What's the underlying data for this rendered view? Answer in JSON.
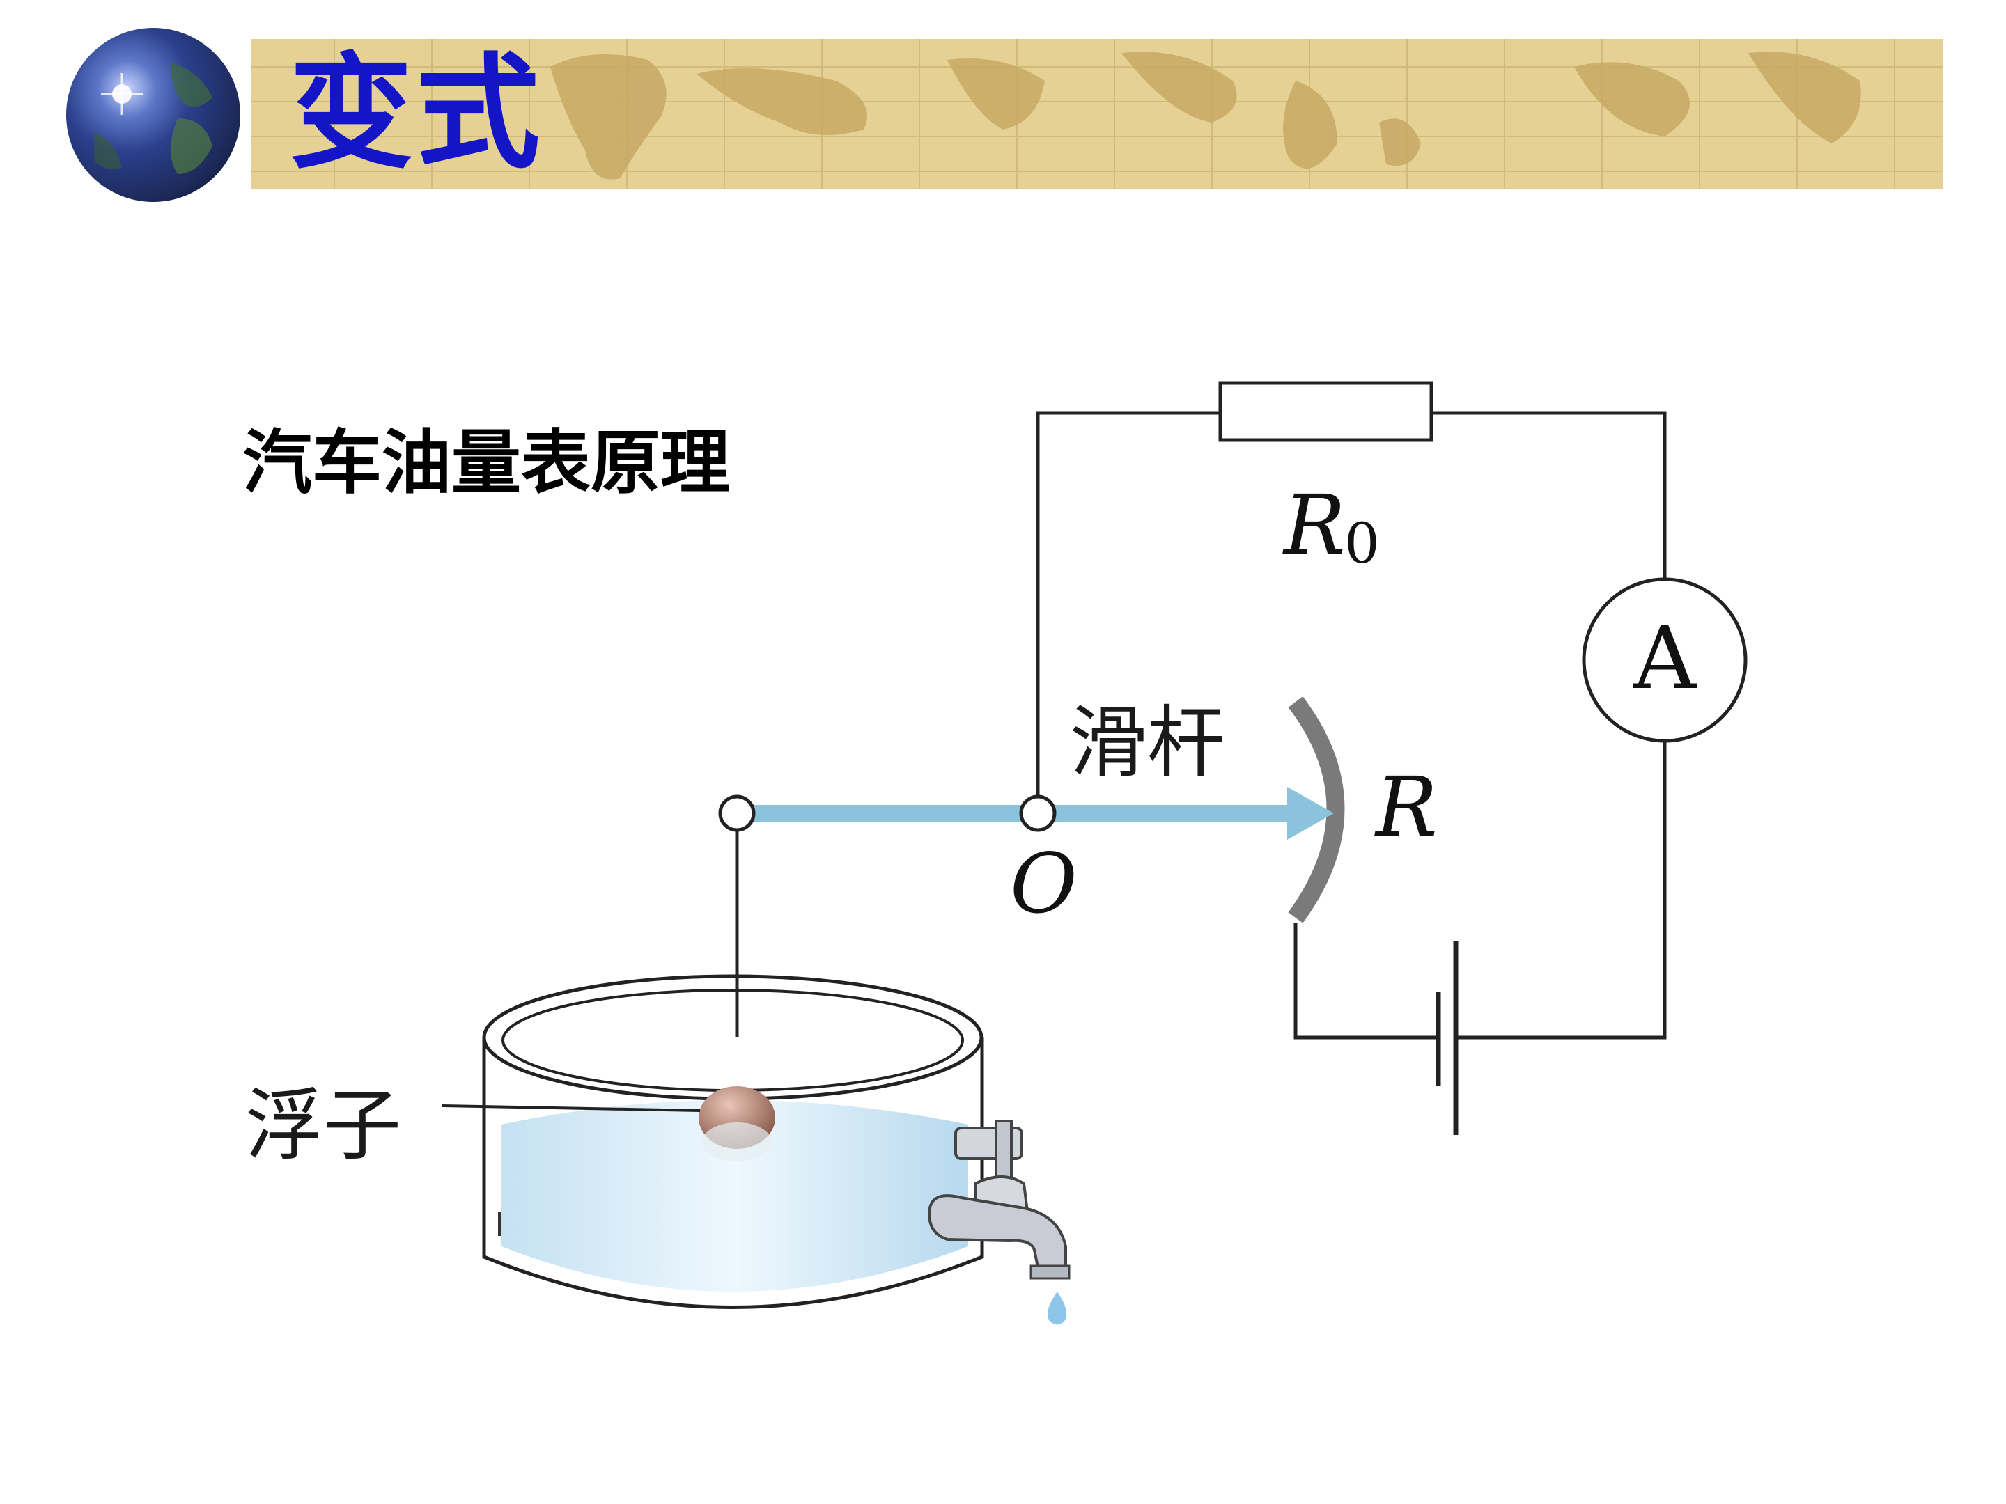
{
  "header": {
    "title": "变式",
    "colors": {
      "band": "#e6d195",
      "title": "#1515c8"
    }
  },
  "caption": "汽车油量表原理",
  "diagram": {
    "labels": {
      "r0": "R",
      "r0_sub": "0",
      "ammeter": "A",
      "slider_rod": "滑杆",
      "resistor": "R",
      "pivot": "O",
      "float": "浮子"
    },
    "colors": {
      "rod": "#8cc3dc",
      "arc": "#7a7a7a",
      "wire": "#222222",
      "water": "#cfe7f4"
    }
  }
}
